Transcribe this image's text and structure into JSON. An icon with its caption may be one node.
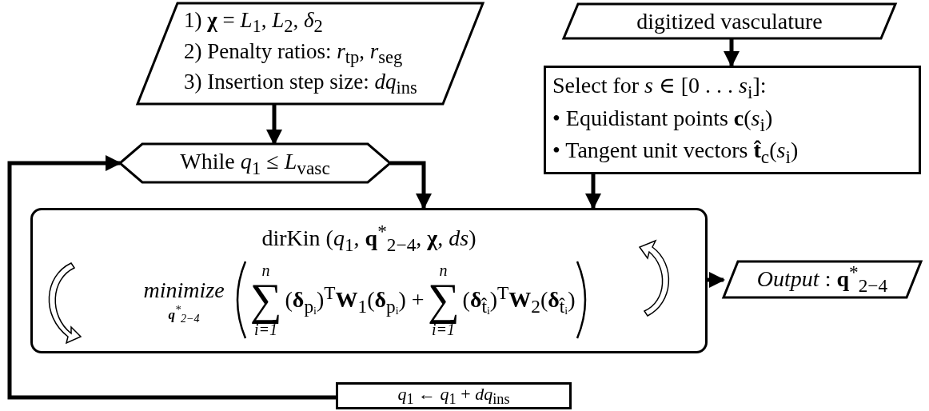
{
  "diagram": {
    "nodes": [
      {
        "text": [
          "1) **χ** = *L*$_{1}$, *L*$_{2}$, *δ*$_{2}$",
          "2) Penalty ratios: *r*$_{tp}$, *r*$_{seg}$",
          "3) Insertion step size: *dq*$_{ins}$"
        ]
      },
      {
        "text": [
          "digitized vasculature"
        ]
      },
      {
        "text": [
          "Select for *s* ∈ [0 . . . *s*$_{i}$]:",
          "• Equidistant points **c**(*s*$_{i}$)",
          "• Tangent unit vectors **t̂**$_{c}$(*s*$_{i}$)"
        ]
      },
      {
        "text": [
          "While *q*$_{1}$ ≤ *L*$_{vasc}$"
        ]
      },
      {
        "text": [
          "dirKin (*q*$_{1}$, **q**$^{*}$$_{2−4}$, **χ**, *ds*)",
          "minimize",
          "**q**$^{*}$$_{2−4}$",
          "n",
          "∑",
          "i=1",
          "(**δ**$_{pᵢ}$)$^{T}$**W**$_{1}$(**δ**$_{pᵢ}$) +",
          "n",
          "∑",
          "i=1",
          "(**δ**$_{t̂ᵢ}$)$^{T}$**W**$_{2}$(**δ**$_{t̂ᵢ}$)"
        ]
      },
      {
        "text": [
          "*Output* : **q**$^{*}$$_{2−4}$"
        ]
      },
      {
        "text": [
          "*q*$_{1}$ ← *q*$_{1}$ + *dq*$_{ins}$"
        ]
      }
    ],
    "edges": [
      {
        "from": 0,
        "to": 3,
        "arrow": "to"
      },
      {
        "from": 1,
        "to": 2,
        "arrow": "to"
      },
      {
        "from": 3,
        "to": 4,
        "arrow": "to"
      },
      {
        "from": 2,
        "to": 4,
        "arrow": "to"
      },
      {
        "from": 4,
        "to": 5,
        "arrow": "to"
      },
      {
        "from": 6,
        "to": 3,
        "arrow": "to"
      }
    ]
  }
}
